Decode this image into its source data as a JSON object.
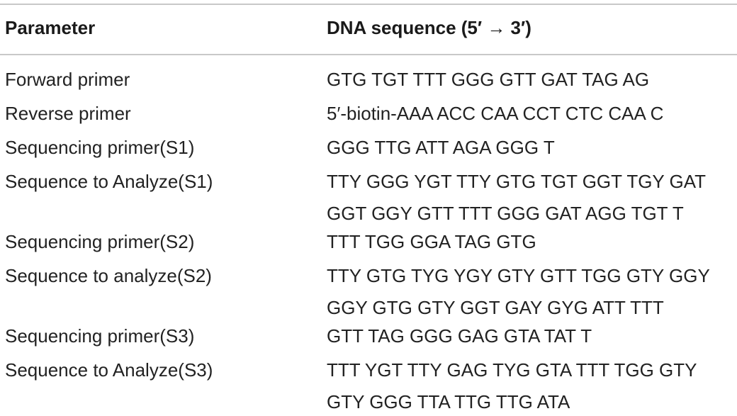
{
  "table": {
    "headers": {
      "parameter": "Parameter",
      "sequence": "DNA sequence (5′ → 3′)"
    },
    "rows": [
      {
        "parameter": "Forward primer",
        "sequence": [
          "GTG TGT TTT GGG GTT GAT TAG AG"
        ]
      },
      {
        "parameter": "Reverse primer",
        "sequence": [
          "5′-biotin-AAA ACC CAA CCT CTC CAA C"
        ]
      },
      {
        "parameter": "Sequencing primer(S1)",
        "sequence": [
          "GGG TTG ATT AGA GGG T"
        ]
      },
      {
        "parameter": "Sequence to Analyze(S1)",
        "sequence": [
          "TTY GGG YGT TTY GTG TGT GGT TGY GAT",
          "GGT GGY GTT TTT GGG GAT AGG TGT T"
        ]
      },
      {
        "parameter": "Sequencing primer(S2)",
        "sequence": [
          "TTT TGG GGA TAG GTG"
        ]
      },
      {
        "parameter": "Sequence to analyze(S2)",
        "sequence": [
          "TTY GTG TYG YGY GTY GTT TGG GTY GGY",
          "GGY GTG GTY GGT GAY GYG ATT TTT"
        ]
      },
      {
        "parameter": "Sequencing primer(S3)",
        "sequence": [
          "GTT TAG GGG GAG GTA TAT T"
        ]
      },
      {
        "parameter": "Sequence to Analyze(S3)",
        "sequence": [
          "TTT YGT TTY GAG TYG GTA TTT TGG GTY",
          "GTY GGG TTA TTG TTG ATA"
        ]
      }
    ]
  }
}
